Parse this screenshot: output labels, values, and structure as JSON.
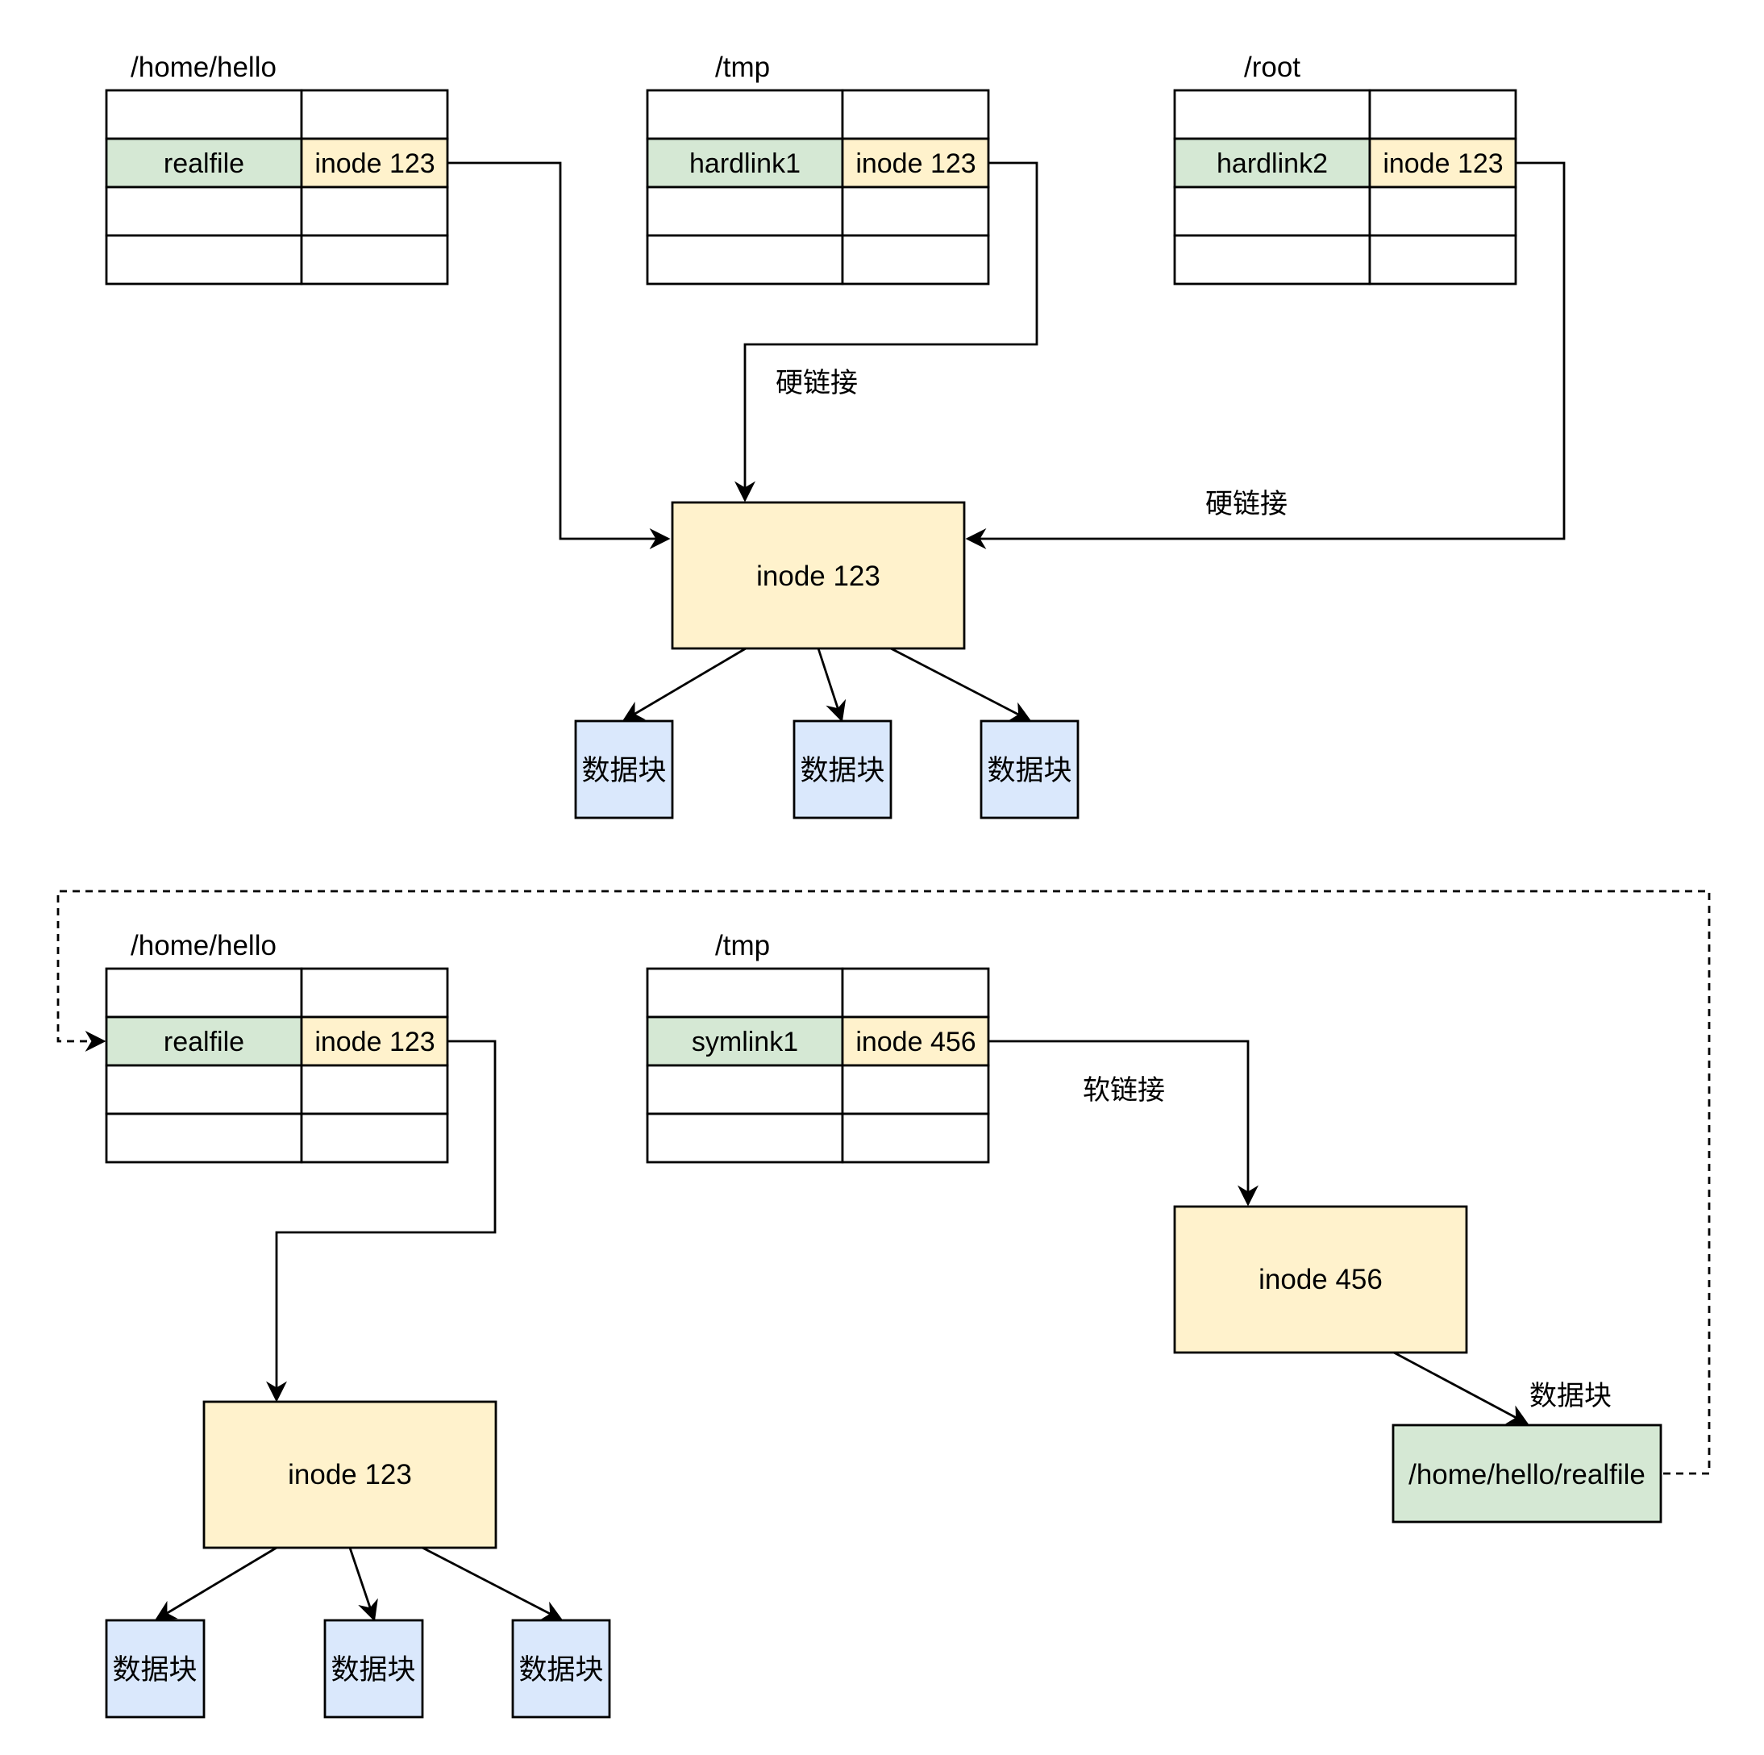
{
  "colors": {
    "name_cell": "#d5e8d4",
    "inode_cell": "#fff2cc",
    "inode_box": "#fff2cc",
    "data_block": "#dae8fc",
    "path_block": "#d5e8d4",
    "line": "#000000"
  },
  "hard_link_section": {
    "dirs": [
      {
        "title": "/home/hello",
        "name": "realfile",
        "inode": "inode 123"
      },
      {
        "title": "/tmp",
        "name": "hardlink1",
        "inode": "inode 123"
      },
      {
        "title": "/root",
        "name": "hardlink2",
        "inode": "inode 123"
      }
    ],
    "edge_label_tmp": "硬链接",
    "edge_label_root": "硬链接",
    "inode_box": "inode 123",
    "data_blocks": [
      "数据块",
      "数据块",
      "数据块"
    ]
  },
  "soft_link_section": {
    "dirs": [
      {
        "title": "/home/hello",
        "name": "realfile",
        "inode": "inode 123"
      },
      {
        "title": "/tmp",
        "name": "symlink1",
        "inode": "inode 456"
      }
    ],
    "edge_label_soft": "软链接",
    "inode_box_real": "inode 123",
    "data_blocks": [
      "数据块",
      "数据块",
      "数据块"
    ],
    "inode_box_link": "inode 456",
    "data_block_label": "数据块",
    "path_block": "/home/hello/realfile"
  }
}
